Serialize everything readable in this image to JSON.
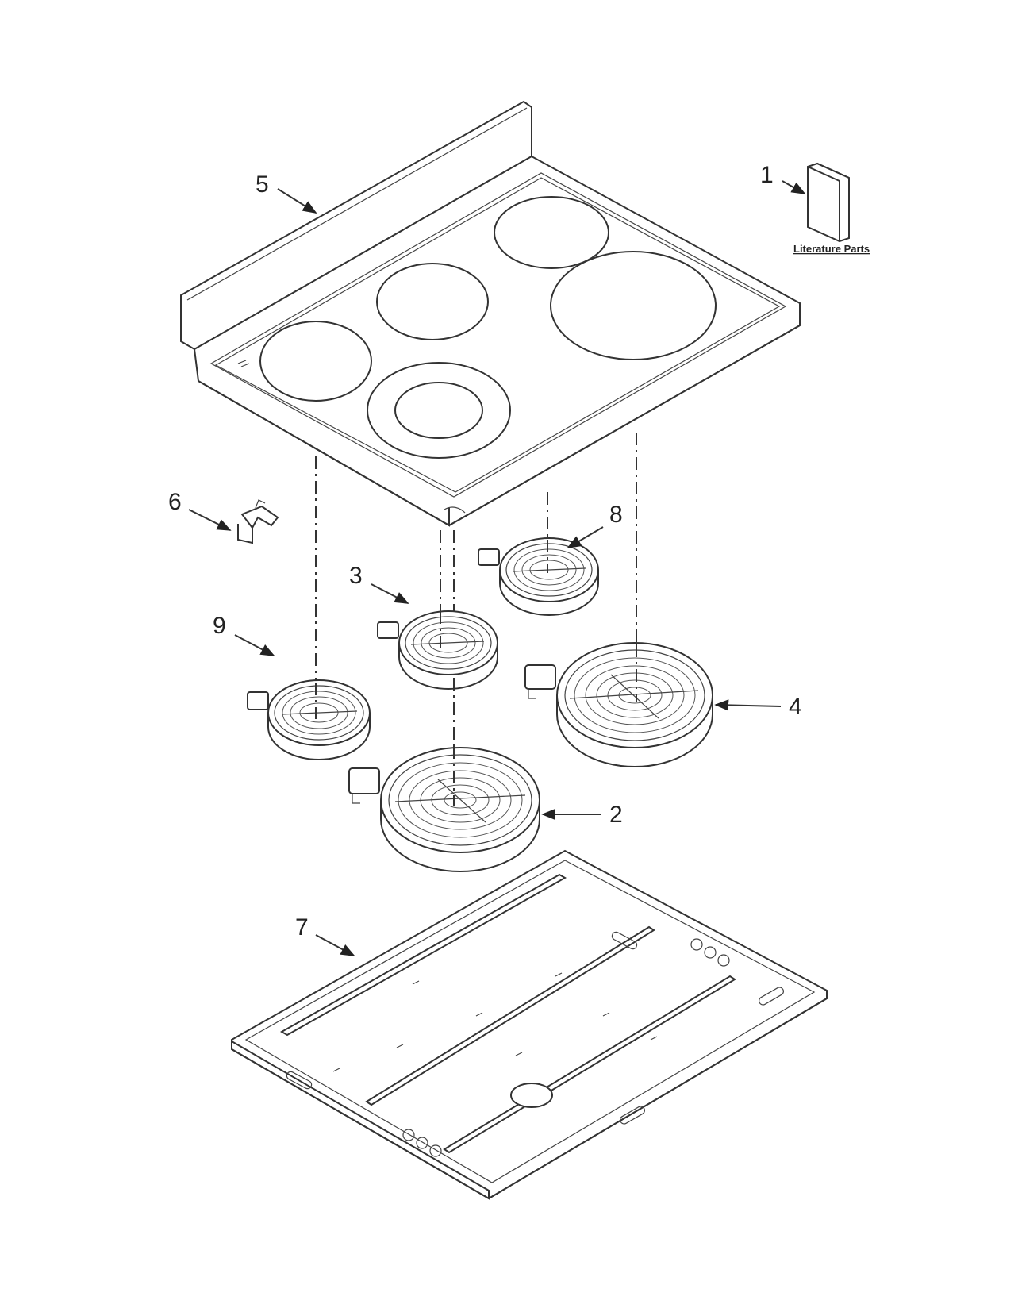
{
  "callouts": {
    "c1": "1",
    "c2": "2",
    "c3": "3",
    "c4": "4",
    "c5": "5",
    "c6": "6",
    "c7": "7",
    "c8": "8",
    "c9": "9"
  },
  "literature_label": "Literature Parts",
  "colors": {
    "line": "#333333",
    "background": "#ffffff"
  }
}
